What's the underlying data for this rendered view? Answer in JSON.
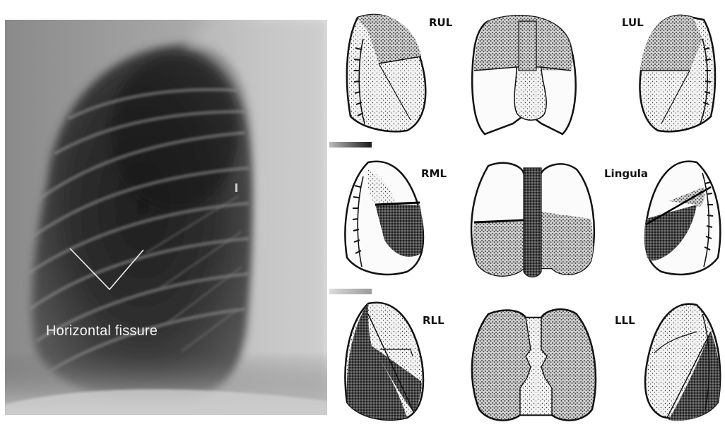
{
  "xray": {
    "label": "Horizontal fissure"
  },
  "lobes": {
    "rul": "RUL",
    "lul": "LUL",
    "rml": "RML",
    "lingula": "Lingula",
    "rll": "RLL",
    "lll": "LLL"
  }
}
